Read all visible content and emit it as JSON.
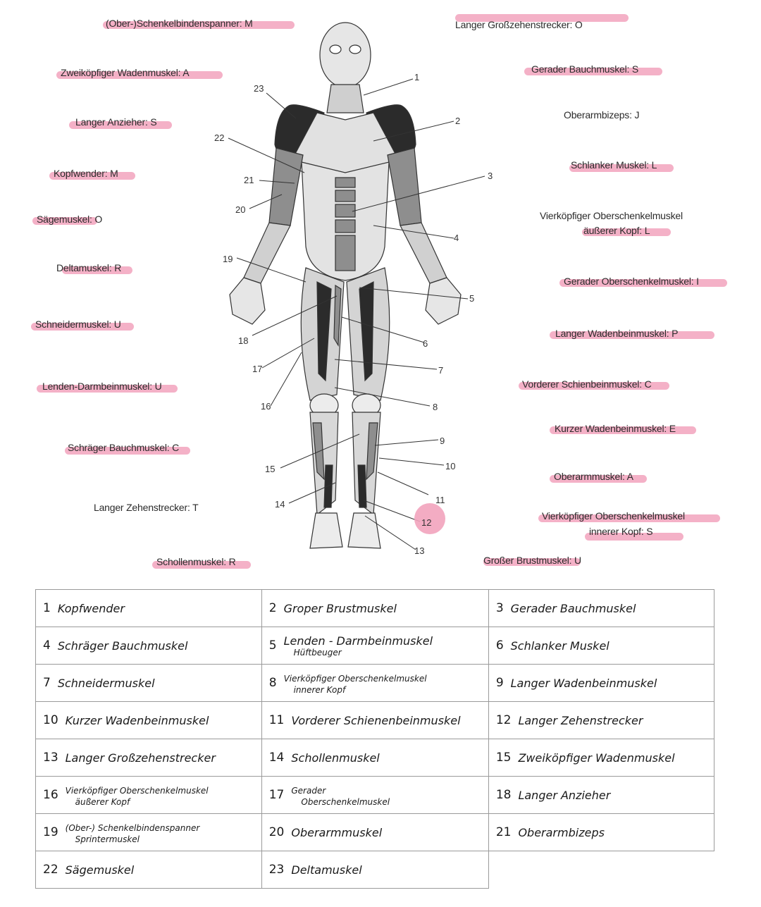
{
  "labels_left": [
    {
      "text": "(Ober-)Schenkelbindenspanner: M"
    },
    {
      "text": "Zweiköpfiger Wadenmuskel: A"
    },
    {
      "text": "Langer Anzieher: S"
    },
    {
      "text": "Kopfwender: M"
    },
    {
      "text": "Sägemuskel: O"
    },
    {
      "text": "Deltamuskel: R"
    },
    {
      "text": "Schneidermuskel: U"
    },
    {
      "text": "Lenden-Darmbeinmuskel: U"
    },
    {
      "text": "Schräger Bauchmuskel: C"
    },
    {
      "text": "Langer Zehenstrecker: T"
    },
    {
      "text": "Schollenmuskel: R"
    }
  ],
  "labels_right": [
    {
      "text": "Langer Großzehenstrecker: O"
    },
    {
      "text": "Gerader Bauchmuskel: S"
    },
    {
      "text": "Oberarmbizeps: J"
    },
    {
      "text": "Schlanker Muskel: L"
    },
    {
      "text": "Vierköpfiger Oberschenkelmuskel",
      "text2": "äußerer Kopf: L"
    },
    {
      "text": "Gerader Oberschenkelmuskel: I"
    },
    {
      "text": "Langer Wadenbeinmuskel: P"
    },
    {
      "text": "Vorderer Schienbeinmuskel: C"
    },
    {
      "text": "Kurzer Wadenbeinmuskel: E"
    },
    {
      "text": "Oberarmmuskel: A"
    },
    {
      "text": "Vierköpfiger Oberschenkelmuskel",
      "text2": "innerer Kopf: S"
    },
    {
      "text": "Großer Brustmuskel: U"
    }
  ],
  "figure_numbers": [
    "1",
    "2",
    "3",
    "4",
    "5",
    "6",
    "7",
    "8",
    "9",
    "10",
    "11",
    "12",
    "13",
    "14",
    "15",
    "16",
    "17",
    "18",
    "19",
    "20",
    "21",
    "22",
    "23"
  ],
  "table": {
    "rows": [
      [
        {
          "n": "1",
          "t": "Kopfwender"
        },
        {
          "n": "2",
          "t": "Groper Brustmuskel"
        },
        {
          "n": "3",
          "t": "Gerader Bauchmuskel"
        }
      ],
      [
        {
          "n": "4",
          "t": "Schräger Bauchmuskel"
        },
        {
          "n": "5",
          "t": "Lenden - Darmbeinmuskel",
          "sub": "Hüftbeuger"
        },
        {
          "n": "6",
          "t": "Schlanker Muskel"
        }
      ],
      [
        {
          "n": "7",
          "t": "Schneidermuskel"
        },
        {
          "n": "8",
          "t": "Vierköpfiger Oberschenkelmuskel",
          "sub": "innerer Kopf"
        },
        {
          "n": "9",
          "t": "Langer Wadenbeinmuskel"
        }
      ],
      [
        {
          "n": "10",
          "t": "Kurzer Wadenbeinmuskel"
        },
        {
          "n": "11",
          "t": "Vorderer Schienenbeinmuskel"
        },
        {
          "n": "12",
          "t": "Langer Zehenstrecker"
        }
      ],
      [
        {
          "n": "13",
          "t": "Langer Großzehenstrecker"
        },
        {
          "n": "14",
          "t": "Schollenmuskel"
        },
        {
          "n": "15",
          "t": "Zweiköpfiger Wadenmuskel"
        }
      ],
      [
        {
          "n": "16",
          "t": "Vierköpfiger Oberschenkelmuskel",
          "sub": "äußerer Kopf"
        },
        {
          "n": "17",
          "t": "Gerader",
          "sub": "Oberschenkelmuskel"
        },
        {
          "n": "18",
          "t": "Langer Anzieher"
        }
      ],
      [
        {
          "n": "19",
          "t": "(Ober-) Schenkelbindenspanner",
          "sub": "Sprintermuskel"
        },
        {
          "n": "20",
          "t": "Oberarmmuskel"
        },
        {
          "n": "21",
          "t": "Oberarmbizeps"
        }
      ],
      [
        {
          "n": "22",
          "t": "Sägemuskel"
        },
        {
          "n": "23",
          "t": "Deltamuskel"
        }
      ]
    ]
  },
  "colors": {
    "highlight": "#f2a3bd",
    "muscle_dark": "#2b2b2b",
    "muscle_mid": "#8e8e8e",
    "muscle_light": "#d6d6d6"
  }
}
